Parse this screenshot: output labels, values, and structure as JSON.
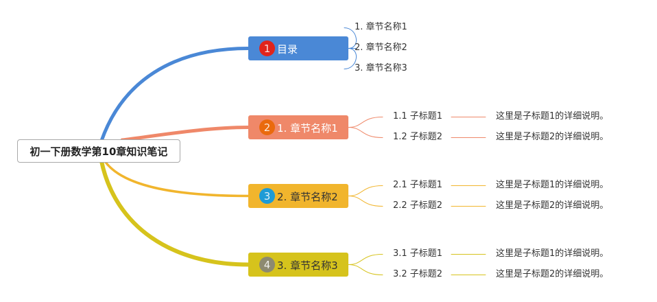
{
  "root": {
    "label": "初一下册数学第10章知识笔记"
  },
  "branches": [
    {
      "badge": "1",
      "label": "目录",
      "color": "#4a88d6",
      "badge_color": "#e0241c",
      "label_color": "#ffffff",
      "children": [
        {
          "label": "1. 章节名称1"
        },
        {
          "label": "2. 章节名称2"
        },
        {
          "label": "3. 章节名称3"
        }
      ]
    },
    {
      "badge": "2",
      "label": "1. 章节名称1",
      "color": "#ef8869",
      "badge_color": "#ea6a0d",
      "label_color": "#ffffff",
      "children": [
        {
          "label": "1.1 子标题1",
          "note": "这里是子标题1的详细说明。"
        },
        {
          "label": "1.2 子标题2",
          "note": "这里是子标题2的详细说明。"
        }
      ]
    },
    {
      "badge": "3",
      "label": "2. 章节名称2",
      "color": "#f1b52d",
      "badge_color": "#1e9bd6",
      "label_color": "#333333",
      "children": [
        {
          "label": "2.1 子标题1",
          "note": "这里是子标题1的详细说明。"
        },
        {
          "label": "2.2 子标题2",
          "note": "这里是子标题2的详细说明。"
        }
      ]
    },
    {
      "badge": "4",
      "label": "3. 章节名称3",
      "color": "#d6c31c",
      "badge_color": "#8d8a70",
      "label_color": "#333333",
      "children": [
        {
          "label": "3.1 子标题1",
          "note": "这里是子标题1的详细说明。"
        },
        {
          "label": "3.2 子标题2",
          "note": "这里是子标题2的详细说明。"
        }
      ]
    }
  ]
}
